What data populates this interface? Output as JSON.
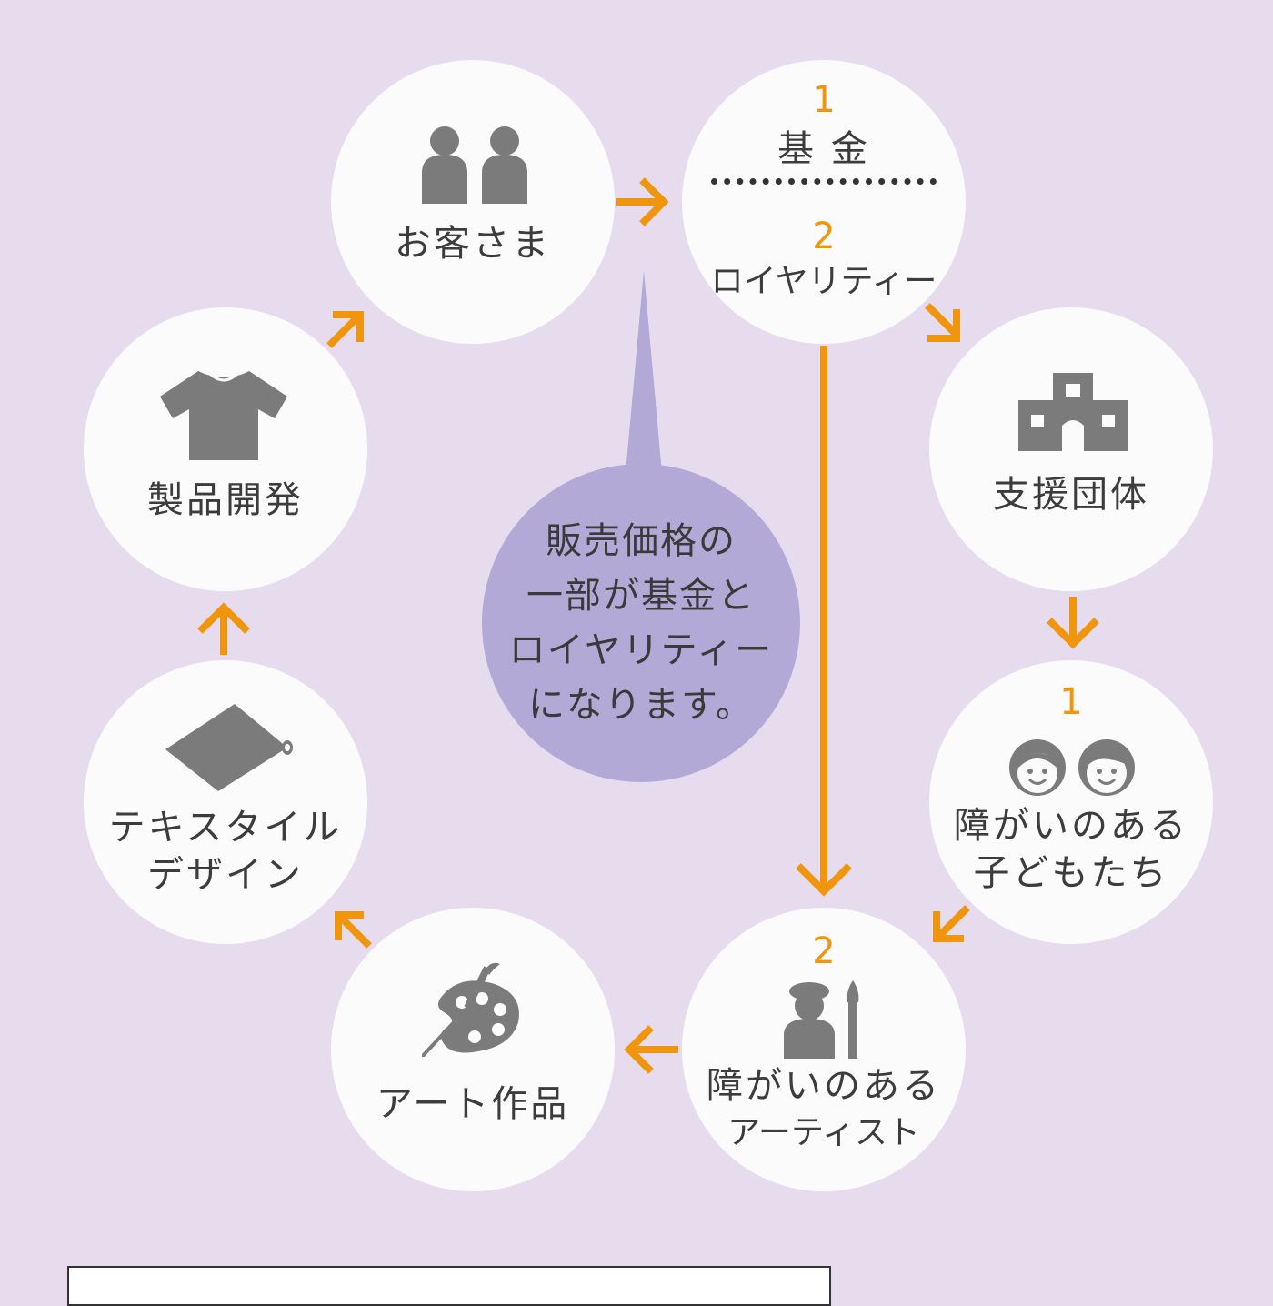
{
  "bubble": {
    "lines": [
      "販売価格の",
      "一部が基金と",
      "ロイヤリティー",
      "になります。"
    ]
  },
  "nodes": {
    "customers": {
      "label": "お客さま",
      "icon": "people-icon"
    },
    "fund": {
      "num1": "1",
      "label1": "基 金",
      "num2": "2",
      "label2": "ロイヤリティー"
    },
    "support": {
      "label": "支援団体",
      "icon": "building-icon"
    },
    "children": {
      "num": "1",
      "line1": "障がいのある",
      "line2": "子どもたち",
      "icon": "children-faces-icon"
    },
    "artists": {
      "num": "2",
      "line1": "障がいのある",
      "line2": "アーティスト",
      "icon": "artist-icon"
    },
    "artwork": {
      "label": "アート作品",
      "icon": "palette-icon"
    },
    "textile": {
      "line1": "テキスタイル",
      "line2": "デザイン",
      "icon": "fabric-roll-icon"
    },
    "product": {
      "label": "製品開発",
      "icon": "tshirt-icon"
    }
  },
  "colors": {
    "accent": "#f0960e",
    "icon": "#7b7b7b",
    "bubble": "#b3a9d6",
    "background": "#e6dcee"
  }
}
